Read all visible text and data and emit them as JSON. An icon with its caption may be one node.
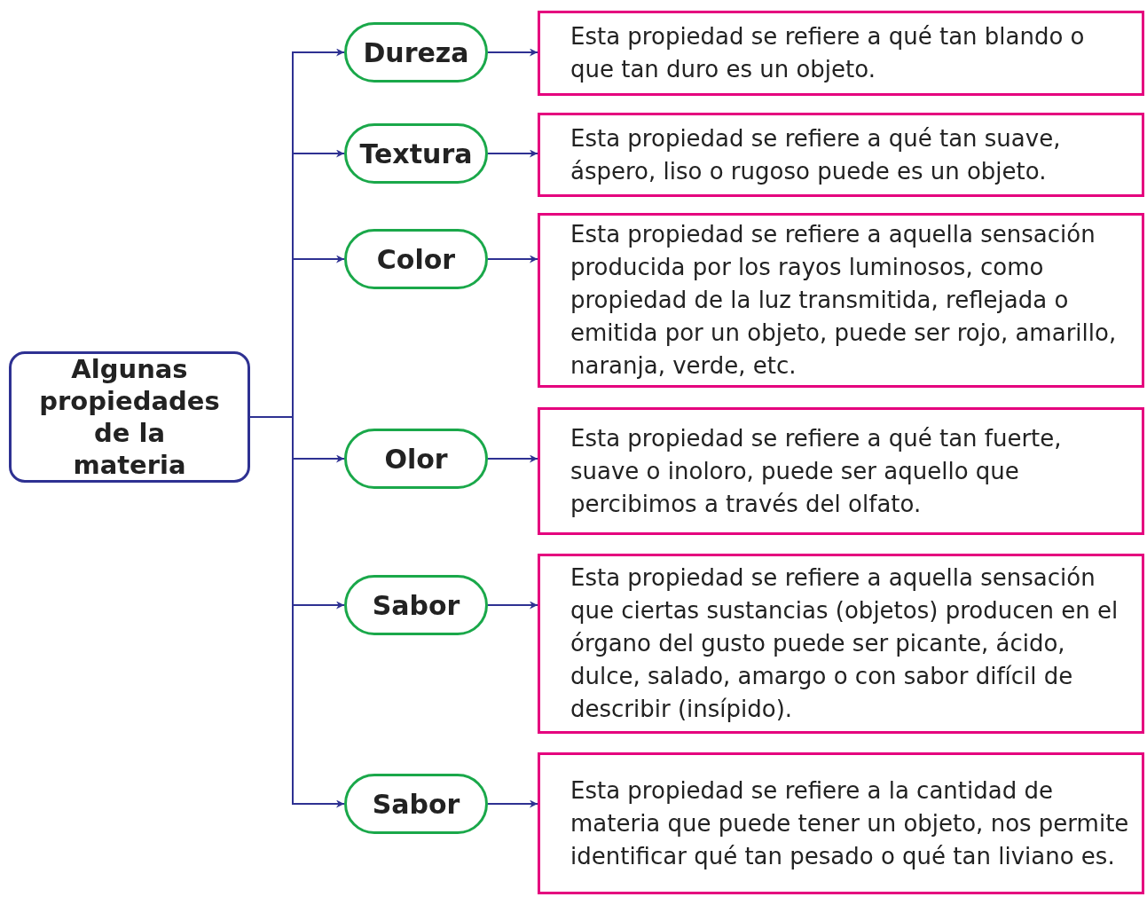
{
  "diagram": {
    "nodes": [
      {
        "text": [
          "Algunas propiedades de la materia"
        ]
      },
      {
        "text": [
          "Dureza"
        ]
      },
      {
        "text": [
          "Esta propiedad se refiere a qué tan blando o que tan duro es un objeto."
        ]
      },
      {
        "text": [
          "Textura"
        ]
      },
      {
        "text": [
          "Esta propiedad se refiere a qué tan suave, áspero, liso o rugoso puede es un objeto."
        ]
      },
      {
        "text": [
          "Color"
        ]
      },
      {
        "text": [
          "Esta propiedad se refiere a aquella sensación producida por los rayos luminosos, como propiedad de la luz transmitida, reflejada o emitida por un objeto, puede ser rojo, amarillo, naranja, verde, etc."
        ]
      },
      {
        "text": [
          "Olor"
        ]
      },
      {
        "text": [
          "Esta propiedad se refiere a qué tan fuerte, suave o inoloro, puede ser aquello que percibimos a través del olfato."
        ]
      },
      {
        "text": [
          "Sabor"
        ]
      },
      {
        "text": [
          "Esta propiedad se refiere a aquella sensación que ciertas sustancias (objetos) producen en el órgano del gusto puede ser picante, ácido, dulce, salado, amargo o con sabor difícil de describir (insípido)."
        ]
      },
      {
        "text": [
          "Sabor"
        ]
      },
      {
        "text": [
          "Esta propiedad se refiere a la cantidad de materia que puede tener un objeto, nos permite identificar qué tan pesado o qué tan liviano es."
        ]
      }
    ],
    "edges": [
      {
        "from": 0,
        "to": 1,
        "arrow": "to"
      },
      {
        "from": 0,
        "to": 3,
        "arrow": "to"
      },
      {
        "from": 0,
        "to": 5,
        "arrow": "to"
      },
      {
        "from": 0,
        "to": 7,
        "arrow": "to"
      },
      {
        "from": 0,
        "to": 9,
        "arrow": "to"
      },
      {
        "from": 0,
        "to": 11,
        "arrow": "to"
      },
      {
        "from": 1,
        "to": 2,
        "arrow": "to"
      },
      {
        "from": 3,
        "to": 4,
        "arrow": "to"
      },
      {
        "from": 5,
        "to": 6,
        "arrow": "to"
      },
      {
        "from": 7,
        "to": 8,
        "arrow": "to"
      },
      {
        "from": 9,
        "to": 10,
        "arrow": "to"
      },
      {
        "from": 11,
        "to": 12,
        "arrow": "to"
      }
    ]
  }
}
